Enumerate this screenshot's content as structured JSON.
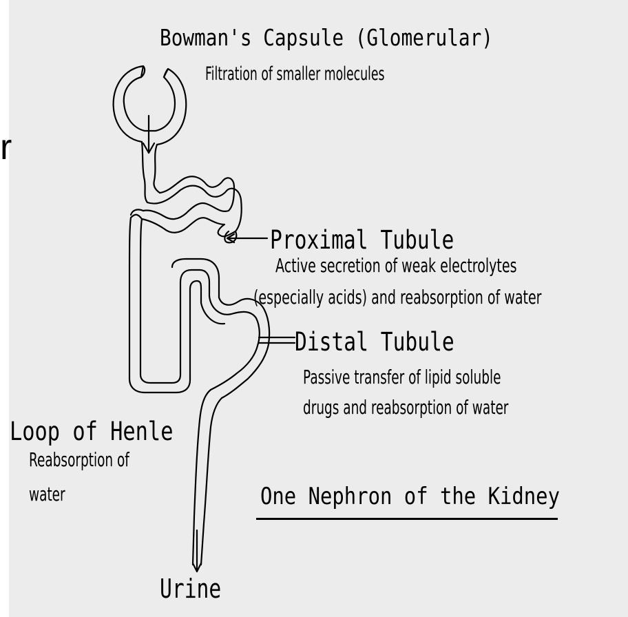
{
  "edge_fragment": "r",
  "bowman": {
    "title": "Bowman's Capsule   (Glomerular)",
    "description": "Filtration of smaller molecules"
  },
  "proximal": {
    "title": "Proximal Tubule",
    "description_line1": "Active secretion of weak electrolytes",
    "description_line2": "(especially acids) and reabsorption of water"
  },
  "distal": {
    "title": "Distal Tubule",
    "description_line1": "Passive transfer of lipid soluble",
    "description_line2": "drugs and reabsorption of water"
  },
  "loop_of_henle": {
    "title": "Loop of Henle",
    "description_line1": "Reabsorption of",
    "description_line2": "water"
  },
  "caption": "One Nephron of the Kidney",
  "urine_label": "Urine",
  "colors": {
    "background": "#ececec",
    "ink": "#000000"
  }
}
